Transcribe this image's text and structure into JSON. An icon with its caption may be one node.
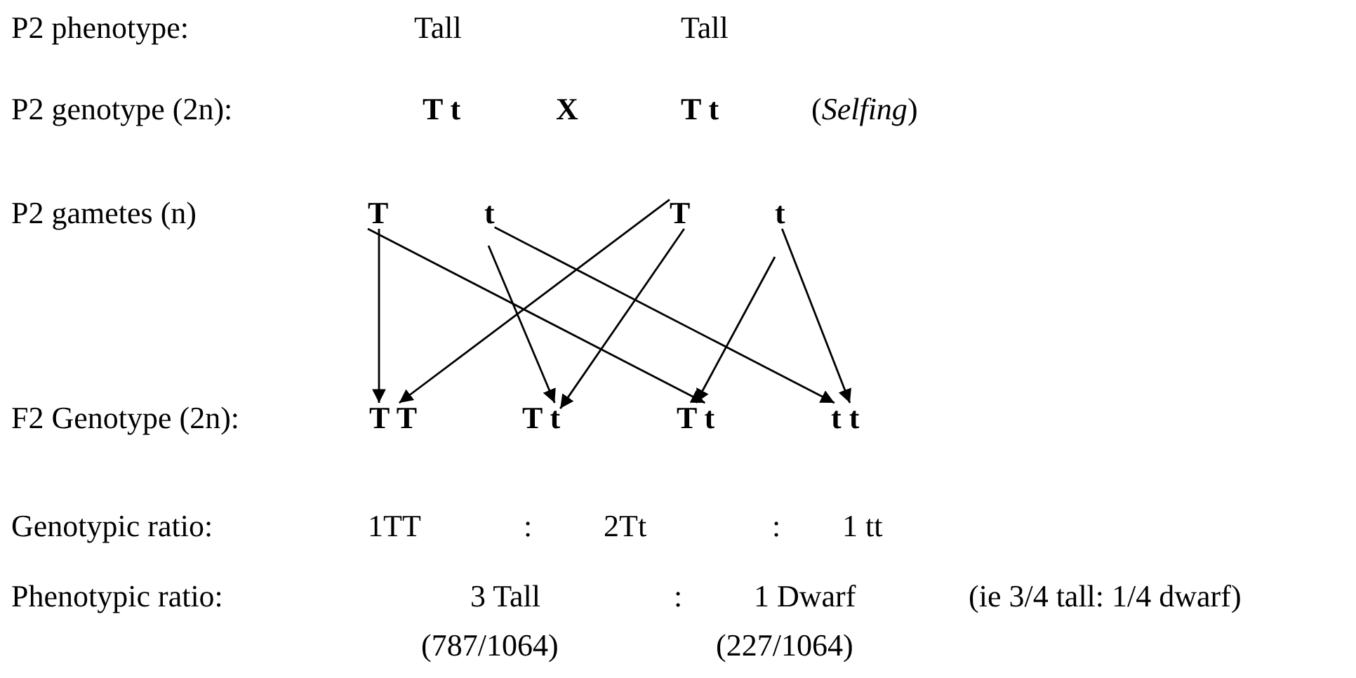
{
  "diagram": {
    "nodes": [
      {
        "text": [
          "T"
        ]
      },
      {
        "text": [
          "t"
        ]
      },
      {
        "text": [
          "T"
        ]
      },
      {
        "text": [
          "t"
        ]
      },
      {
        "text": [
          "T T"
        ]
      },
      {
        "text": [
          "T t"
        ]
      },
      {
        "text": [
          "T t"
        ]
      },
      {
        "text": [
          "t t"
        ]
      }
    ],
    "edges": [
      {
        "from": 0,
        "to": 4,
        "arrow": "to"
      },
      {
        "from": 0,
        "to": 6,
        "arrow": "to"
      },
      {
        "from": 1,
        "to": 5,
        "arrow": "to"
      },
      {
        "from": 1,
        "to": 7,
        "arrow": "to"
      },
      {
        "from": 2,
        "to": 4,
        "arrow": "to"
      },
      {
        "from": 2,
        "to": 5,
        "arrow": "to"
      },
      {
        "from": 3,
        "to": 6,
        "arrow": "to"
      },
      {
        "from": 3,
        "to": 7,
        "arrow": "to"
      }
    ],
    "labels": [
      "P2 phenotype:",
      "Tall",
      "Tall",
      "P2 genotype (2n):",
      "T t",
      "X",
      "T t",
      "(*Selfing*)",
      "P2 gametes (n)",
      "F2 Genotype (2n):",
      "Genotypic ratio:",
      "1TT",
      ":",
      "2Tt",
      ":",
      "1 tt",
      "Phenotypic ratio:",
      "3 Tall",
      ":",
      "1 Dwarf",
      "(ie 3/4 tall: 1/4 dwarf)",
      "(787/1064)",
      "(227/1064)"
    ]
  }
}
